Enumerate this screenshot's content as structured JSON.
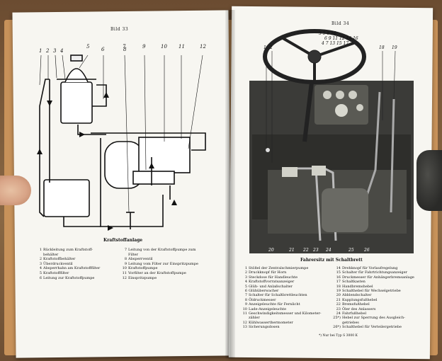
{
  "left_page": {
    "figure_number": "Bild 33",
    "callouts": [
      "1",
      "2",
      "3",
      "4",
      "5",
      "6",
      "7",
      "8",
      "9",
      "10",
      "11",
      "12"
    ],
    "caption": "Kraftstoffanlage",
    "legend_col1": [
      {
        "n": "1",
        "t": "Rückleitung zum Kraftstoff-"
      },
      {
        "n": "",
        "t": "behälter"
      },
      {
        "n": "2",
        "t": "Kraftstoffbehälter"
      },
      {
        "n": "3",
        "t": "Überdruckventil"
      },
      {
        "n": "4",
        "t": "Absperrhahn am Kraftstofffilter"
      },
      {
        "n": "5",
        "t": "Kraftstofffilter"
      },
      {
        "n": "6",
        "t": "Leitung zur Kraftstoffpumpe"
      }
    ],
    "legend_col2": [
      {
        "n": "7",
        "t": "Leitung von der Kraftstoffpumpe zum"
      },
      {
        "n": "",
        "t": "Filter"
      },
      {
        "n": "8",
        "t": "Absperrventil"
      },
      {
        "n": "9",
        "t": "Leitung vom Filter zur Einspritzpumpe"
      },
      {
        "n": "10",
        "t": "Kraftstoffpumpe"
      },
      {
        "n": "11",
        "t": "Vorfilter an der Kraftstoffpumpe"
      },
      {
        "n": "12",
        "t": "Einspritzpumpe"
      }
    ]
  },
  "right_page": {
    "figure_number": "Bild 34",
    "top_callouts_a": "3 5 8 10",
    "top_callouts_b": "6 9 11 12 14 16",
    "top_callouts_c": "4 7 13 15 17",
    "side_callouts": [
      "1",
      "2",
      "18",
      "19"
    ],
    "bottom_callouts": [
      "20",
      "21",
      "22",
      "23",
      "24",
      "25",
      "26"
    ],
    "caption": "Fahrersitz mit Schaltbrett",
    "legend_col1": [
      {
        "n": "1",
        "t": "Stößel der Zentralschmierpumpe"
      },
      {
        "n": "2",
        "t": "Druckknopf für Horn"
      },
      {
        "n": "3",
        "t": "Steckdose für Handleuchte"
      },
      {
        "n": "4",
        "t": "Kraftstoffvorratsanzeiger"
      },
      {
        "n": "5",
        "t": "Glüh- und Anlaßschalter"
      },
      {
        "n": "6",
        "t": "Glühüberwacher"
      },
      {
        "n": "7",
        "t": "Schalter für Schaltbrettleuchten"
      },
      {
        "n": "8",
        "t": "Öldruckmesser"
      },
      {
        "n": "9",
        "t": "Anzeigeleuchte für Fernlicht"
      },
      {
        "n": "10",
        "t": "Lade-Anzeigeleuchte"
      },
      {
        "n": "11",
        "t": "Geschwindigkeitsmesser und Kilometer-"
      },
      {
        "n": "",
        "t": "zähler"
      },
      {
        "n": "12",
        "t": "Kühlwasserthermometer"
      },
      {
        "n": "13",
        "t": "Sicherungsdosen"
      }
    ],
    "legend_col2": [
      {
        "n": "14",
        "t": "Drehknopf für Vorlaufregelung"
      },
      {
        "n": "15",
        "t": "Schalter für Fahrtrichtungsanzeiger"
      },
      {
        "n": "16",
        "t": "Druckmesser für Anhängerbremsanlage"
      },
      {
        "n": "17",
        "t": "Schaltkasten"
      },
      {
        "n": "18",
        "t": "Handbremshebel"
      },
      {
        "n": "19",
        "t": "Schalthebel für Wechselgetriebe"
      },
      {
        "n": "20",
        "t": "Abblendschalter"
      },
      {
        "n": "21",
        "t": "Kupplungsfußhebel"
      },
      {
        "n": "22",
        "t": "Bremsfußhebel"
      },
      {
        "n": "23",
        "t": "Öler des Anlassers"
      },
      {
        "n": "24",
        "t": "Fahrfußhebel"
      },
      {
        "n": "25*)",
        "t": "Hebel zur Sperrung des Ausgleich-"
      },
      {
        "n": "",
        "t": "getriebes"
      },
      {
        "n": "26*)",
        "t": "Schalthebel für Verteilergetriebe"
      }
    ],
    "footnote": "*) Nur bei Typ S 3000 K"
  }
}
